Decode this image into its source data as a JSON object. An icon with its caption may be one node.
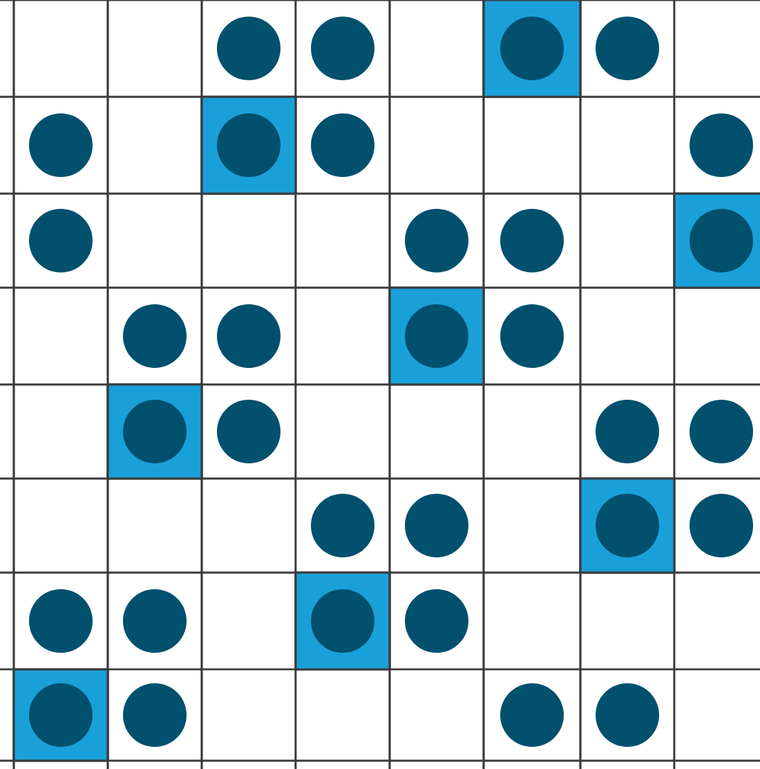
{
  "diagram": {
    "nodes": [
      {
        "text": [],
        "shape": "circle"
      },
      {
        "text": [],
        "shape": "circle"
      },
      {
        "text": [],
        "shape": "box"
      },
      {
        "text": [],
        "shape": "circle",
        "in": 2
      },
      {
        "text": [],
        "shape": "circle"
      },
      {
        "text": [],
        "shape": "circle"
      },
      {
        "text": [],
        "shape": "box"
      },
      {
        "text": [],
        "shape": "circle",
        "in": 6
      },
      {
        "text": [],
        "shape": "circle"
      },
      {
        "text": [],
        "shape": "circle"
      },
      {
        "text": [],
        "shape": "circle"
      },
      {
        "text": [],
        "shape": "circle"
      },
      {
        "text": [],
        "shape": "circle"
      },
      {
        "text": [],
        "shape": "box"
      },
      {
        "text": [],
        "shape": "circle",
        "in": 13
      },
      {
        "text": [],
        "shape": "circle"
      },
      {
        "text": [],
        "shape": "circle"
      },
      {
        "text": [],
        "shape": "box"
      },
      {
        "text": [],
        "shape": "circle",
        "in": 17
      },
      {
        "text": [],
        "shape": "circle"
      },
      {
        "text": [],
        "shape": "box"
      },
      {
        "text": [],
        "shape": "circle",
        "in": 20
      },
      {
        "text": [],
        "shape": "circle"
      },
      {
        "text": [],
        "shape": "circle"
      },
      {
        "text": [],
        "shape": "circle"
      },
      {
        "text": [],
        "shape": "circle"
      },
      {
        "text": [],
        "shape": "circle"
      },
      {
        "text": [],
        "shape": "box"
      },
      {
        "text": [],
        "shape": "circle",
        "in": 27
      },
      {
        "text": [],
        "shape": "circle"
      },
      {
        "text": [],
        "shape": "circle"
      },
      {
        "text": [],
        "shape": "circle"
      },
      {
        "text": [],
        "shape": "box"
      },
      {
        "text": [],
        "shape": "circle",
        "in": 32
      },
      {
        "text": [],
        "shape": "circle"
      },
      {
        "text": [],
        "shape": "box"
      },
      {
        "text": [],
        "shape": "circle",
        "in": 35
      },
      {
        "text": [],
        "shape": "circle"
      },
      {
        "text": [],
        "shape": "circle"
      },
      {
        "text": [],
        "shape": "circle"
      }
    ]
  }
}
